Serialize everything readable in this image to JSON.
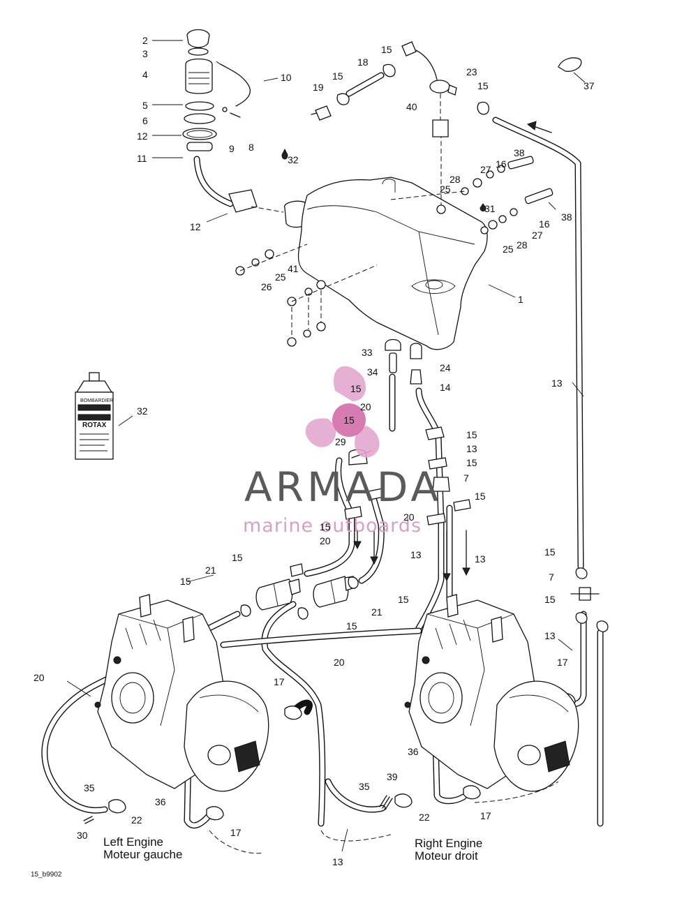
{
  "drawing_code": "15_b9902",
  "engine_labels": {
    "left": [
      "Left Engine",
      "Moteur gauche"
    ],
    "right": [
      "Right Engine",
      "Moteur droit"
    ]
  },
  "oil_bottle": {
    "brand": "BOMBARDIER",
    "product": "ROTAX",
    "icon": "oil-bottle-icon"
  },
  "watermark": {
    "name": "ARMADA",
    "tagline": "marine outboards",
    "logo_number": "15",
    "color_logo": "#e3a6cf",
    "color_text": "#5a5a5a"
  },
  "callouts": [
    {
      "id": "c1",
      "text": "2"
    },
    {
      "id": "c2",
      "text": "3"
    },
    {
      "id": "c3",
      "text": "4"
    },
    {
      "id": "c4",
      "text": "5"
    },
    {
      "id": "c5",
      "text": "6"
    },
    {
      "id": "c6",
      "text": "12"
    },
    {
      "id": "c7",
      "text": "11"
    },
    {
      "id": "c8",
      "text": "9"
    },
    {
      "id": "c9",
      "text": "8"
    },
    {
      "id": "c10",
      "text": "10"
    },
    {
      "id": "c11",
      "text": "12"
    },
    {
      "id": "c12",
      "text": "32"
    },
    {
      "id": "c13",
      "text": "19"
    },
    {
      "id": "c14",
      "text": "15"
    },
    {
      "id": "c15",
      "text": "18"
    },
    {
      "id": "c16",
      "text": "15"
    },
    {
      "id": "c17",
      "text": "23"
    },
    {
      "id": "c18",
      "text": "40"
    },
    {
      "id": "c19",
      "text": "15"
    },
    {
      "id": "c20",
      "text": "37"
    },
    {
      "id": "c21",
      "text": "38"
    },
    {
      "id": "c22",
      "text": "16"
    },
    {
      "id": "c23",
      "text": "27"
    },
    {
      "id": "c24",
      "text": "28"
    },
    {
      "id": "c25",
      "text": "25"
    },
    {
      "id": "c26",
      "text": "31"
    },
    {
      "id": "c27",
      "text": "38"
    },
    {
      "id": "c28",
      "text": "16"
    },
    {
      "id": "c29",
      "text": "27"
    },
    {
      "id": "c30",
      "text": "28"
    },
    {
      "id": "c31",
      "text": "25"
    },
    {
      "id": "c32",
      "text": "41"
    },
    {
      "id": "c33",
      "text": "25"
    },
    {
      "id": "c34",
      "text": "26"
    },
    {
      "id": "c35",
      "text": "1"
    },
    {
      "id": "c36",
      "text": "33"
    },
    {
      "id": "c37",
      "text": "24"
    },
    {
      "id": "c38",
      "text": "34"
    },
    {
      "id": "c39",
      "text": "14"
    },
    {
      "id": "c40",
      "text": "15"
    },
    {
      "id": "c41",
      "text": "20"
    },
    {
      "id": "c42",
      "text": "13"
    },
    {
      "id": "c43",
      "text": "32"
    },
    {
      "id": "c44",
      "text": "15"
    },
    {
      "id": "c45",
      "text": "29"
    },
    {
      "id": "c46",
      "text": "13"
    },
    {
      "id": "c47",
      "text": "15"
    },
    {
      "id": "c48",
      "text": "7"
    },
    {
      "id": "c49",
      "text": "15"
    },
    {
      "id": "c50",
      "text": "15"
    },
    {
      "id": "c51",
      "text": "20"
    },
    {
      "id": "c52",
      "text": "20"
    },
    {
      "id": "c53",
      "text": "13"
    },
    {
      "id": "c54",
      "text": "13"
    },
    {
      "id": "c55",
      "text": "15"
    },
    {
      "id": "c56",
      "text": "15"
    },
    {
      "id": "c57",
      "text": "21"
    },
    {
      "id": "c58",
      "text": "15"
    },
    {
      "id": "c59",
      "text": "15"
    },
    {
      "id": "c60",
      "text": "7"
    },
    {
      "id": "c61",
      "text": "21"
    },
    {
      "id": "c62",
      "text": "15"
    },
    {
      "id": "c63",
      "text": "15"
    },
    {
      "id": "c64",
      "text": "13"
    },
    {
      "id": "c65",
      "text": "20"
    },
    {
      "id": "c66",
      "text": "17"
    },
    {
      "id": "c67",
      "text": "20"
    },
    {
      "id": "c68",
      "text": "17"
    },
    {
      "id": "c69",
      "text": "36"
    },
    {
      "id": "c70",
      "text": "35"
    },
    {
      "id": "c71",
      "text": "39"
    },
    {
      "id": "c72",
      "text": "35"
    },
    {
      "id": "c73",
      "text": "22"
    },
    {
      "id": "c74",
      "text": "36"
    },
    {
      "id": "c75",
      "text": "22"
    },
    {
      "id": "c76",
      "text": "17"
    },
    {
      "id": "c77",
      "text": "30"
    },
    {
      "id": "c78",
      "text": "17"
    },
    {
      "id": "c79",
      "text": "13"
    }
  ]
}
